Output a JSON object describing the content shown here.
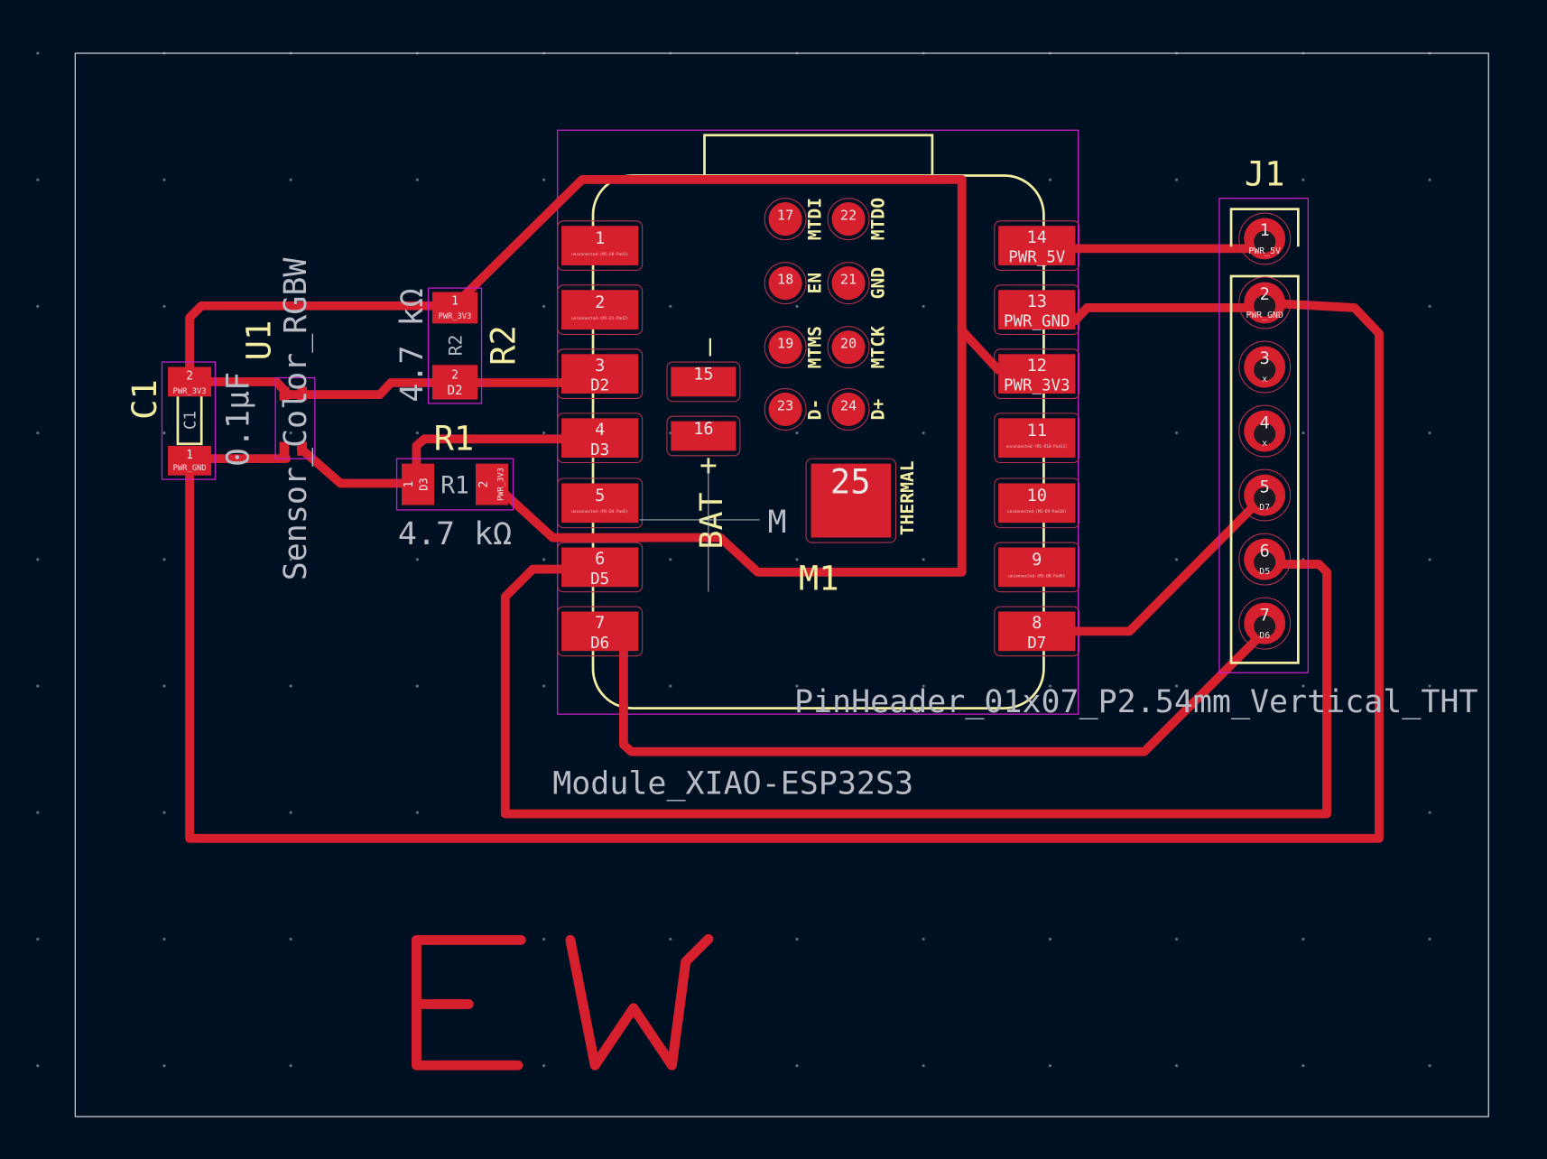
{
  "colors": {
    "background": "#001023",
    "copper_front": "#d7202e",
    "silkscreen": "#f2eda1",
    "courtyard": "#c21fc2",
    "fab_text": "#b9bcc4",
    "edge_cuts": "#c8c8c8"
  },
  "module": {
    "reference": "M1",
    "value_fragment": "M",
    "footprint": "Module_XIAO-ESP32S3",
    "bat_label": "BAT",
    "bat_plus": "+",
    "bat_minus": "–",
    "left_pads": [
      {
        "num": "1",
        "net": "",
        "tiny": "unconnected-(M1-D0-Pad1)"
      },
      {
        "num": "2",
        "net": "",
        "tiny": "unconnected-(M1-D1-Pad2)"
      },
      {
        "num": "3",
        "net": "D2",
        "tiny": ""
      },
      {
        "num": "4",
        "net": "D3",
        "tiny": ""
      },
      {
        "num": "5",
        "net": "",
        "tiny": "unconnected-(M1-D4-Pad5)"
      },
      {
        "num": "6",
        "net": "D5",
        "tiny": ""
      },
      {
        "num": "7",
        "net": "D6",
        "tiny": ""
      }
    ],
    "right_pads": [
      {
        "num": "14",
        "net": "PWR_5V",
        "tiny": ""
      },
      {
        "num": "13",
        "net": "PWR_GND",
        "tiny": ""
      },
      {
        "num": "12",
        "net": "PWR_3V3",
        "tiny": ""
      },
      {
        "num": "11",
        "net": "",
        "tiny": "unconnected-(M1-D10-Pad11)"
      },
      {
        "num": "10",
        "net": "",
        "tiny": "unconnected-(M1-D9-Pad10)"
      },
      {
        "num": "9",
        "net": "",
        "tiny": "unconnected-(M1-D8-Pad9)"
      },
      {
        "num": "8",
        "net": "D7",
        "tiny": ""
      }
    ],
    "bat_pads": [
      {
        "num": "15"
      },
      {
        "num": "16"
      }
    ],
    "round_pads": [
      {
        "num": "17",
        "label": "MTDI"
      },
      {
        "num": "22",
        "label": "MTDO"
      },
      {
        "num": "18",
        "label": "EN"
      },
      {
        "num": "21",
        "label": "GND"
      },
      {
        "num": "19",
        "label": "MTMS"
      },
      {
        "num": "20",
        "label": "MTCK"
      },
      {
        "num": "23",
        "label": "D-"
      },
      {
        "num": "24",
        "label": "D+"
      }
    ],
    "thermal_pad": {
      "num": "25",
      "label": "THERMAL"
    }
  },
  "header": {
    "reference": "J1",
    "footprint": "PinHeader_01x07_P2.54mm_Vertical_THT",
    "pins": [
      {
        "num": "1",
        "net": "PWR_5V"
      },
      {
        "num": "2",
        "net": "PWR_GND"
      },
      {
        "num": "3",
        "net": "x"
      },
      {
        "num": "4",
        "net": "x"
      },
      {
        "num": "5",
        "net": "D7"
      },
      {
        "num": "6",
        "net": "D5"
      },
      {
        "num": "7",
        "net": "D6"
      }
    ]
  },
  "c1": {
    "reference": "C1",
    "fab_ref": "C1",
    "value": "0.1µF",
    "pad2": {
      "num": "2",
      "net": "PWR_3V3"
    },
    "pad1": {
      "num": "1",
      "net": "PWR_GND"
    }
  },
  "u1": {
    "reference": "U1",
    "value": "Sensor_Color_RGBW"
  },
  "r2": {
    "reference": "R2",
    "fab_ref": "R2",
    "value": "4.7 kΩ",
    "pad1": {
      "num": "1",
      "net": "PWR_3V3"
    },
    "pad2": {
      "num": "2",
      "net": "D2"
    }
  },
  "r1": {
    "reference": "R1",
    "fab_ref": "R1",
    "value": "4.7 kΩ",
    "pad1": {
      "num": "1",
      "net": "D3"
    },
    "pad2": {
      "num": "2",
      "net": "PWR_3V3"
    }
  },
  "board_text": "EW"
}
